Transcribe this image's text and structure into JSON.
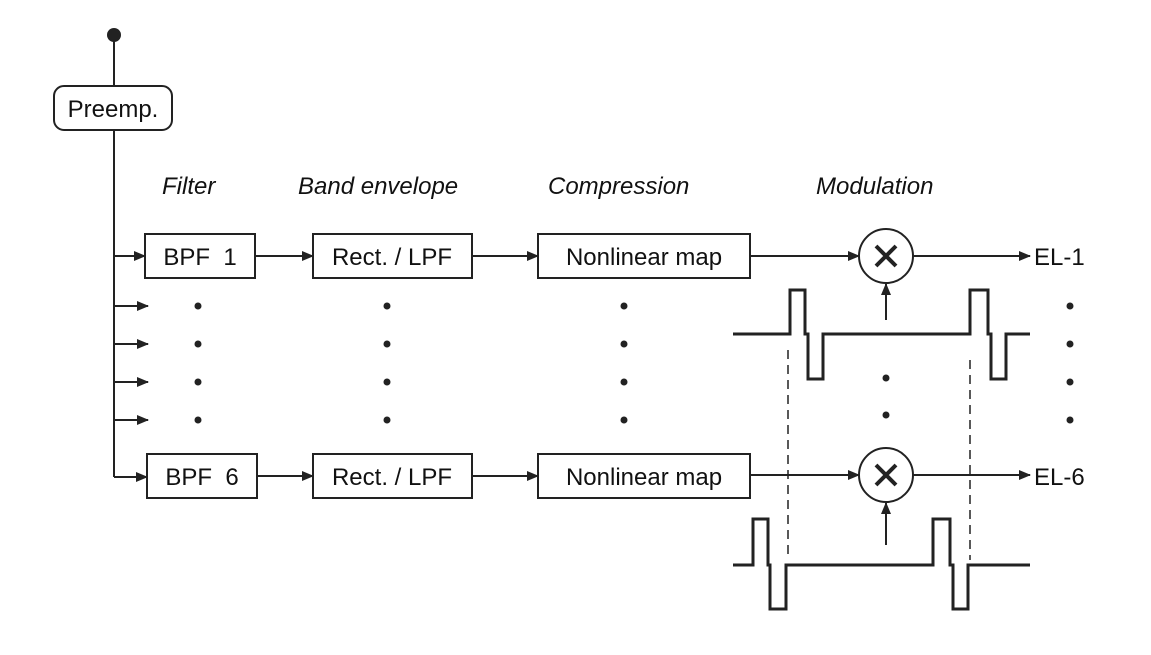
{
  "preemphasis": {
    "label": "Preemp."
  },
  "stages": {
    "filter": "Filter",
    "envelope": "Band envelope",
    "compression": "Compression",
    "modulation": "Modulation"
  },
  "channels": [
    {
      "filter": "BPF  1",
      "envelope": "Rect. / LPF",
      "compression": "Nonlinear map",
      "output": "EL-1"
    },
    {
      "filter": "BPF  6",
      "envelope": "Rect. / LPF",
      "compression": "Nonlinear map",
      "output": "EL-6"
    }
  ]
}
